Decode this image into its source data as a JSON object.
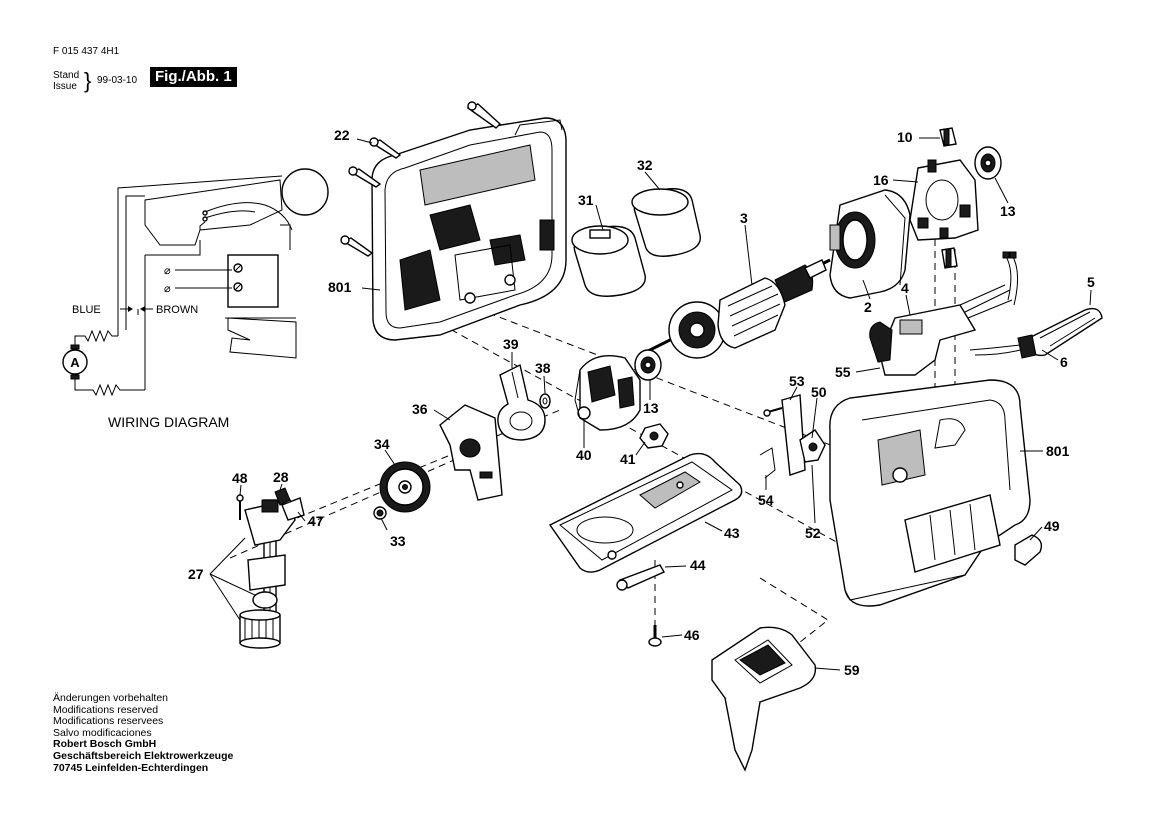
{
  "header": {
    "doc_number": "F 015 437 4H1",
    "stand_label": "Stand",
    "issue_label": "Issue",
    "brace": "}",
    "date": "99-03-10",
    "figure_label": "Fig./Abb. 1"
  },
  "wiring": {
    "title": "WIRING DIAGRAM",
    "blue": "BLUE",
    "brown": "BROWN",
    "motor": "A"
  },
  "callouts": {
    "c22": "22",
    "c801a": "801",
    "c31": "31",
    "c32": "32",
    "c3": "3",
    "c10": "10",
    "c16": "16",
    "c13a": "13",
    "c2": "2",
    "c4": "4",
    "c5": "5",
    "c55": "55",
    "c6": "6",
    "c39": "39",
    "c38": "38",
    "c13b": "13",
    "c36": "36",
    "c40": "40",
    "c41": "41",
    "c53": "53",
    "c50": "50",
    "c801b": "801",
    "c34": "34",
    "c48": "48",
    "c28": "28",
    "c47": "47",
    "c33": "33",
    "c54": "54",
    "c52": "52",
    "c49": "49",
    "c43": "43",
    "c27": "27",
    "c44": "44",
    "c46": "46",
    "c59": "59"
  },
  "footer": {
    "line1": "Änderungen vorbehalten",
    "line2": "Modifications reserved",
    "line3": "Modifications reservees",
    "line4": "Salvo modificaciones",
    "line5": "Robert Bosch GmbH",
    "line6": "Geschäftsbereich Elektrowerkzeuge",
    "line7": "70745 Leinfelden-Echterdingen"
  }
}
